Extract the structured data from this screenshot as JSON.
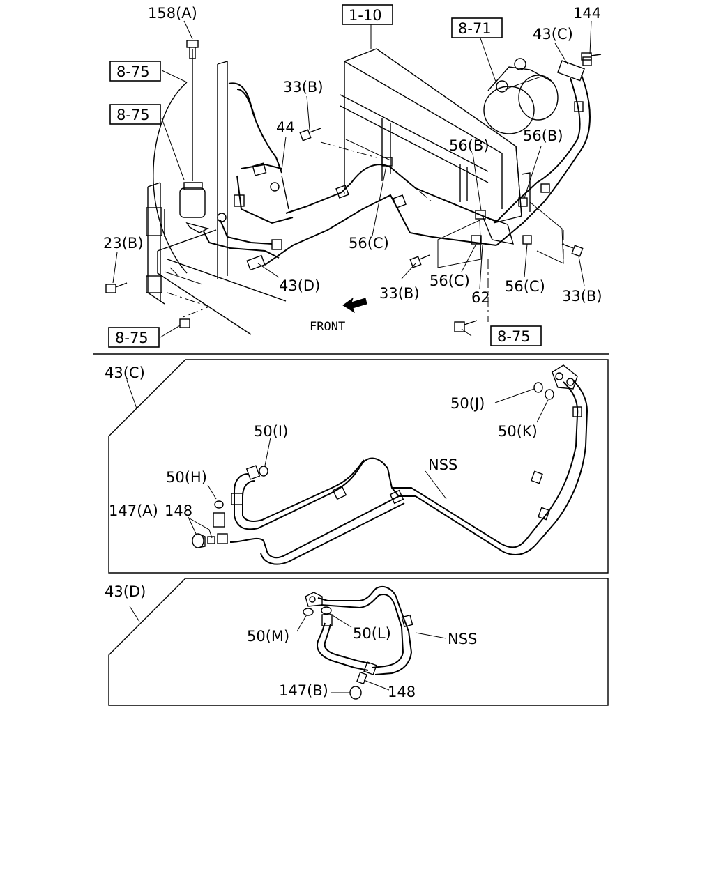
{
  "labels": {
    "l158A": "158(A)",
    "l1_10": "1-10",
    "l8_71": "8-71",
    "l144": "144",
    "l43C_top": "43(C)",
    "l8_75_a": "8-75",
    "l8_75_b": "8-75",
    "l8_75_c": "8-75",
    "l8_75_d": "8-75",
    "l33B_a": "33(B)",
    "l33B_b": "33(B)",
    "l33B_c": "33(B)",
    "l44": "44",
    "l56B_a": "56(B)",
    "l56B_b": "56(B)",
    "l56C_a": "56(C)",
    "l56C_b": "56(C)",
    "l56C_c": "56(C)",
    "l23B": "23(B)",
    "l43D_top": "43(D)",
    "l62": "62",
    "lFront": "FRONT",
    "l43C_box": "43(C)",
    "l50J": "50(J)",
    "l50K": "50(K)",
    "l50I": "50(I)",
    "l50H": "50(H)",
    "lNSS_a": "NSS",
    "l147A": "147(A)",
    "l148_a": "148",
    "l43D_box": "43(D)",
    "l50M": "50(M)",
    "l50L": "50(L)",
    "lNSS_b": "NSS",
    "l147B": "147(B)",
    "l148_b": "148"
  },
  "icons": {
    "front_arrow": "arrow-icon"
  }
}
